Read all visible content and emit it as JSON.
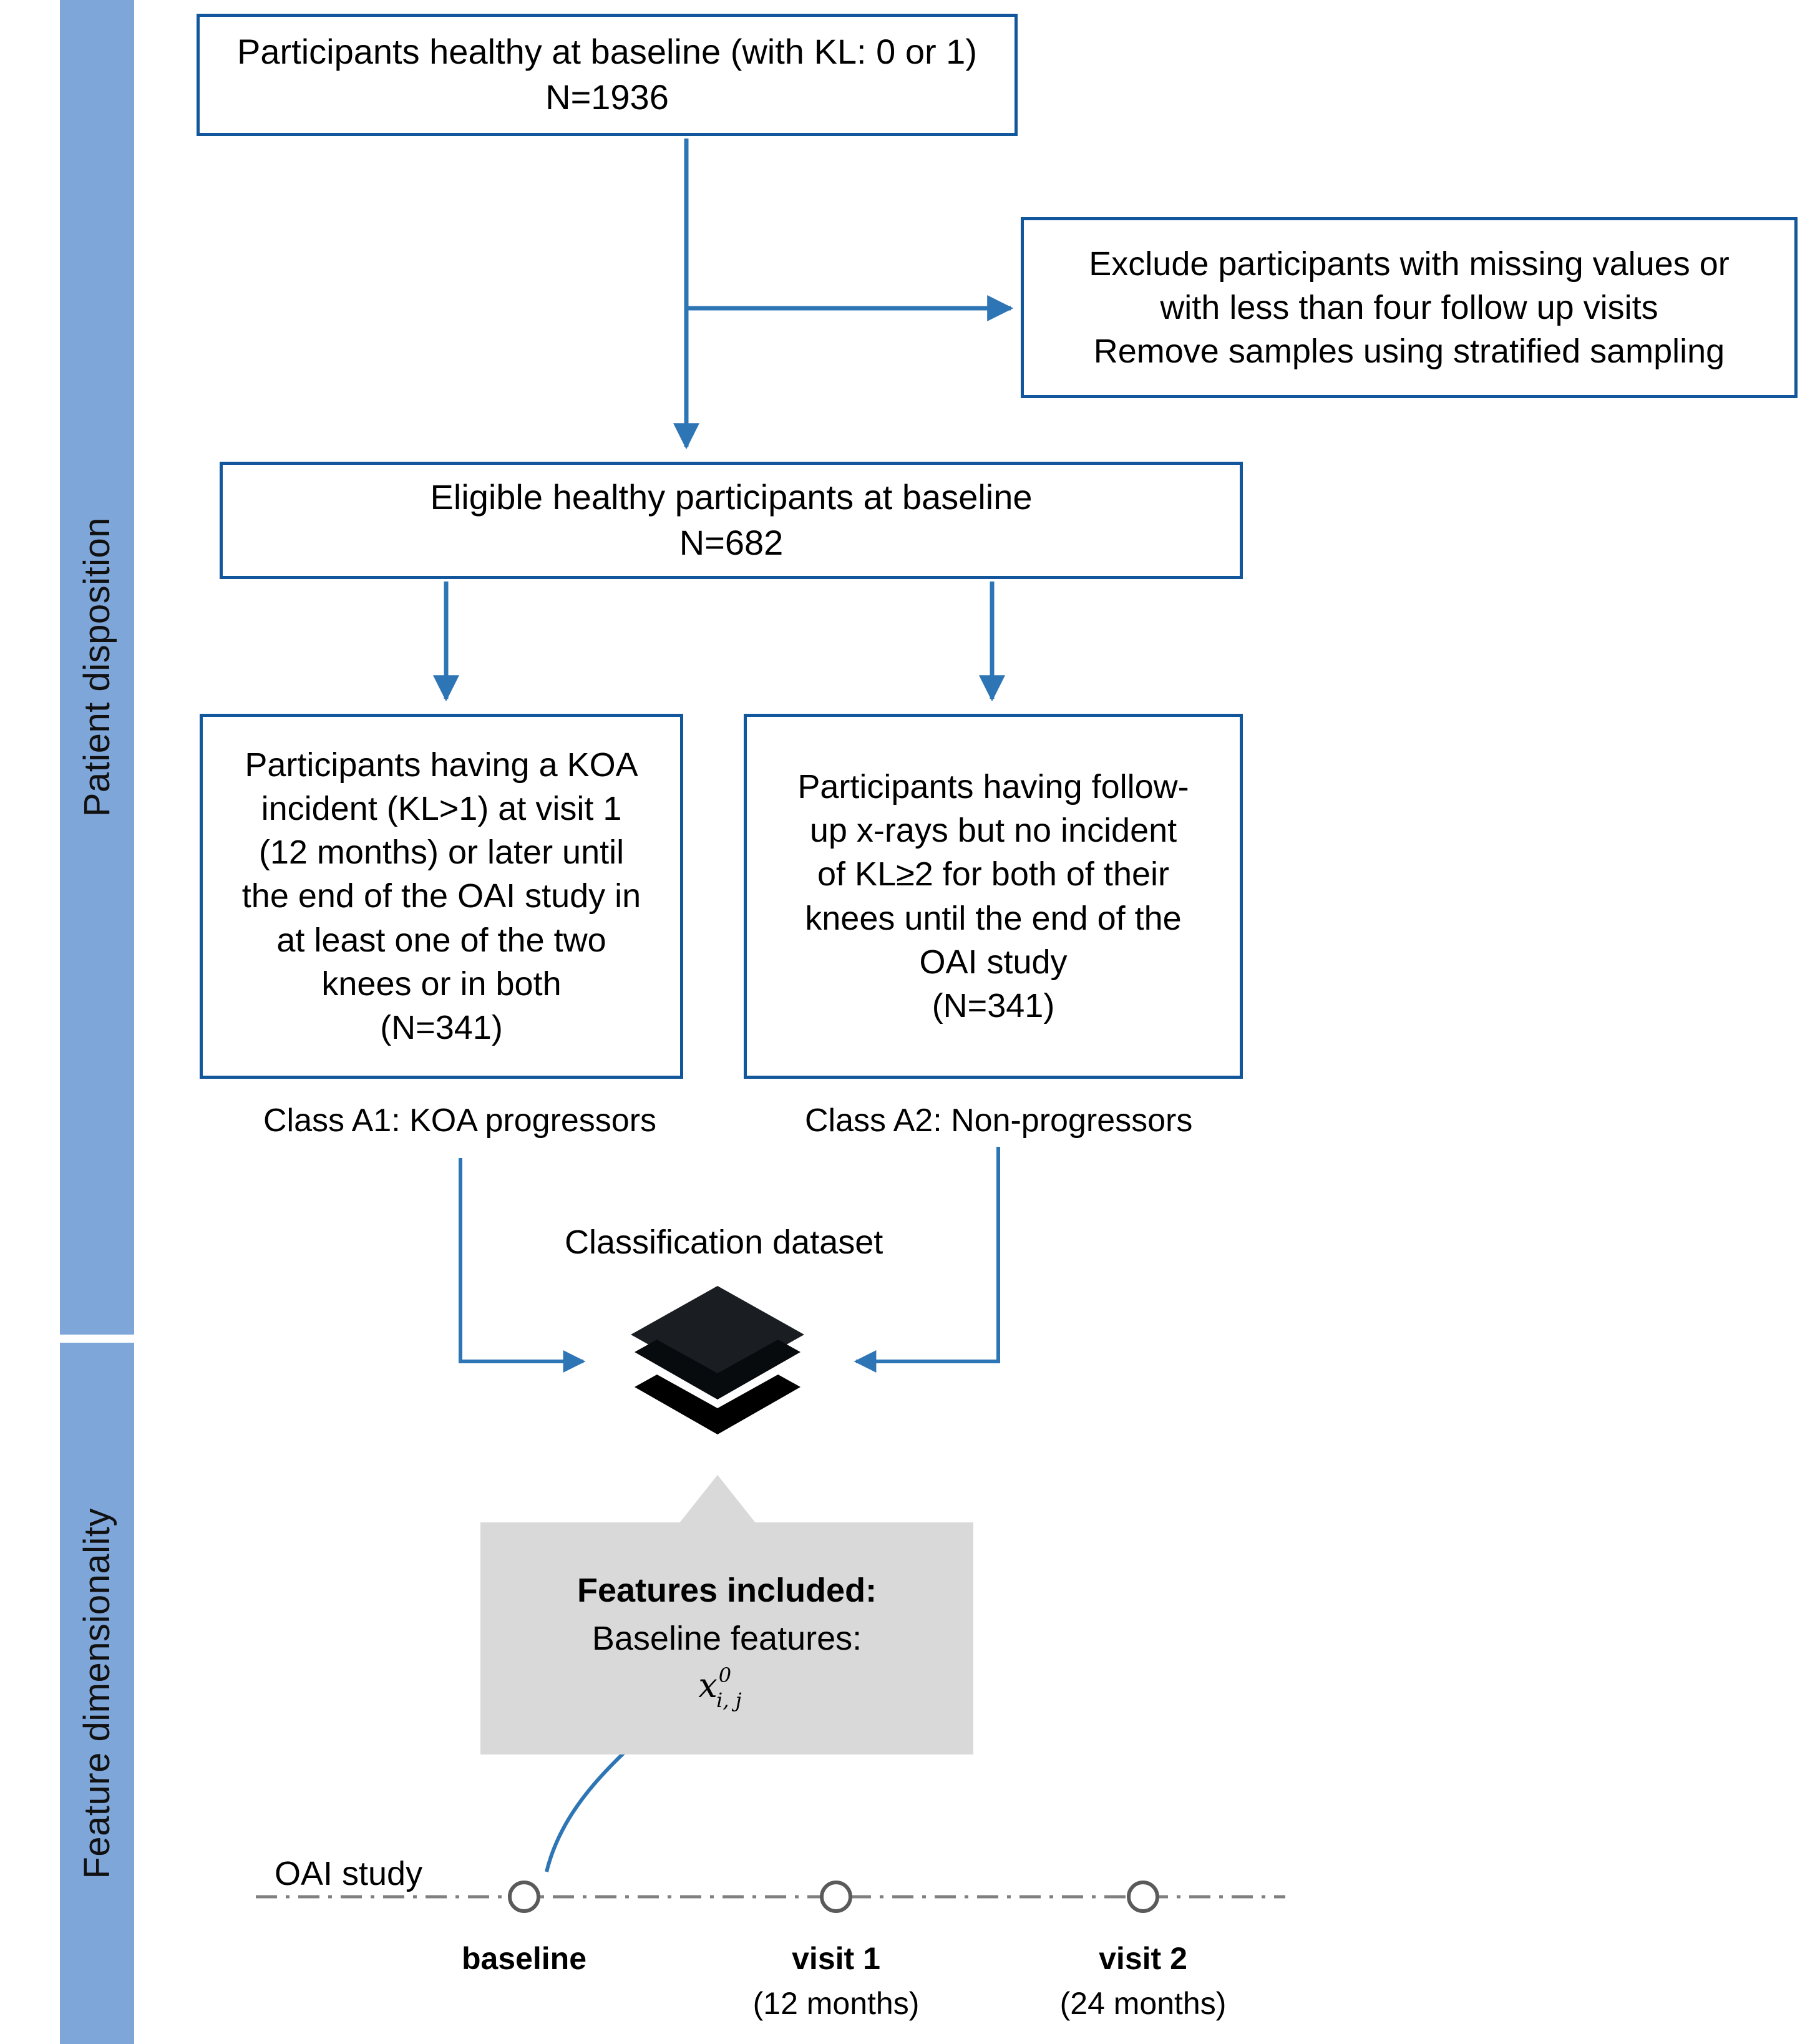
{
  "sections": [
    {
      "label": "Patient disposition"
    },
    {
      "label": "Feature dimensionality"
    }
  ],
  "boxes": {
    "healthy": {
      "lines": [
        "Participants healthy at baseline (with KL: 0 or 1)",
        "N=1936"
      ]
    },
    "exclude": {
      "lines": [
        "Exclude participants with missing values or",
        "with less than four follow up visits",
        "Remove samples using stratified sampling"
      ]
    },
    "eligible": {
      "lines": [
        "Eligible healthy participants at baseline",
        "N=682"
      ]
    },
    "class_a1": {
      "lines": [
        "Participants having a KOA",
        "incident (KL>1) at visit 1",
        "(12 months) or later until",
        "the end of the OAI study in",
        "at least one of the two",
        "knees or in both",
        "(N=341)"
      ]
    },
    "class_a2": {
      "lines": [
        "Participants having follow-",
        "up x-rays but no incident",
        "of KL≥2 for both of their",
        "knees until the end of the",
        "OAI study",
        "(N=341)"
      ]
    }
  },
  "captions": {
    "class_a1_label": "Class A1: KOA progressors",
    "class_a2_label": "Class A2: Non-progressors",
    "dataset_label": "Classification dataset",
    "oai_study_label": "OAI study"
  },
  "features_callout": {
    "heading": "Features included:",
    "subheading": "Baseline features:",
    "symbol_base": "x",
    "symbol_sup": "0",
    "symbol_sub": "i, j"
  },
  "timeline": {
    "points": [
      {
        "label": "baseline",
        "sub": ""
      },
      {
        "label": "visit 1",
        "sub": "(12 months)"
      },
      {
        "label": "visit 2",
        "sub": "(24 months)"
      }
    ]
  },
  "colors": {
    "section_bar": "#7FA6D9",
    "box_border": "#12579C",
    "arrow": "#2E75B6",
    "callout_fill": "#D9D9D9",
    "timeline_line": "#808080",
    "layers_icon": "#0D0F12"
  }
}
